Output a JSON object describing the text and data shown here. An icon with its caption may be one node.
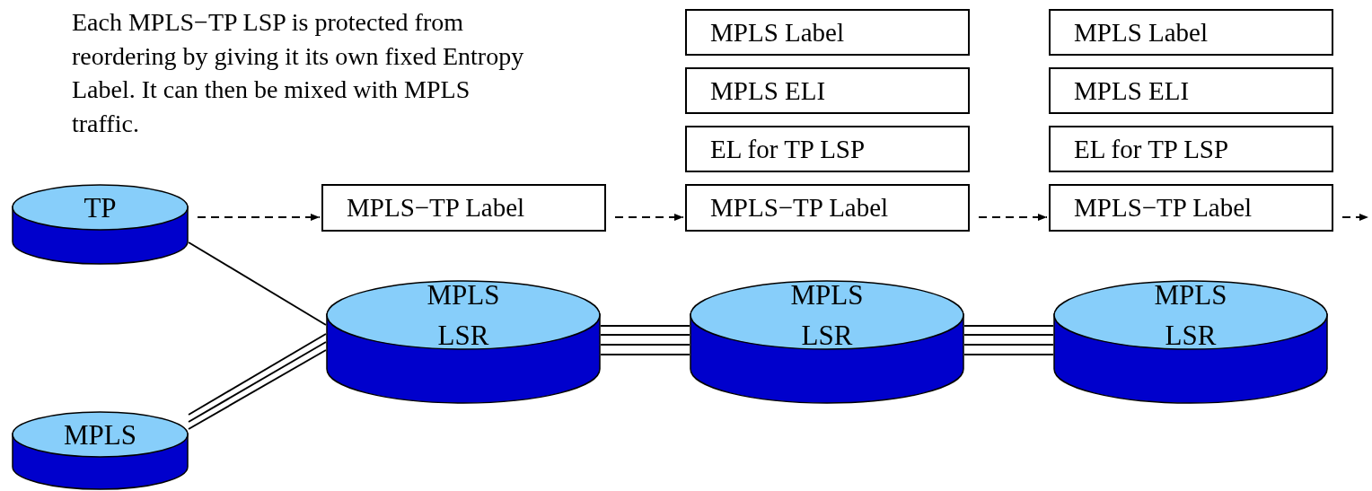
{
  "diagram": {
    "nodes": [
      {
        "text": [
          "TP"
        ]
      },
      {
        "text": [
          "MPLS"
        ]
      },
      {
        "text": [
          "MPLS LSR"
        ]
      },
      {
        "text": [
          "MPLS LSR"
        ]
      },
      {
        "text": [
          "MPLS LSR"
        ]
      },
      {
        "text": [
          "MPLS−TP Label"
        ]
      },
      {
        "text": [
          "MPLS Label"
        ]
      },
      {
        "text": [
          "MPLS ELI"
        ]
      },
      {
        "text": [
          "EL for TP LSP"
        ]
      },
      {
        "text": [
          "MPLS−TP Label"
        ]
      },
      {
        "text": [
          "MPLS Label"
        ]
      },
      {
        "text": [
          "MPLS ELI"
        ]
      },
      {
        "text": [
          "EL for TP LSP"
        ]
      },
      {
        "text": [
          "MPLS−TP Label"
        ]
      }
    ],
    "edges": [
      {
        "from": 0,
        "to": 2,
        "arrow": "none"
      },
      {
        "from": 1,
        "to": 2,
        "arrow": "none"
      },
      {
        "from": 1,
        "to": 2,
        "arrow": "none"
      },
      {
        "from": 1,
        "to": 2,
        "arrow": "none"
      },
      {
        "from": 2,
        "to": 3,
        "arrow": "none"
      },
      {
        "from": 2,
        "to": 3,
        "arrow": "none"
      },
      {
        "from": 2,
        "to": 3,
        "arrow": "none"
      },
      {
        "from": 2,
        "to": 3,
        "arrow": "none"
      },
      {
        "from": 3,
        "to": 4,
        "arrow": "none"
      },
      {
        "from": 3,
        "to": 4,
        "arrow": "none"
      },
      {
        "from": 3,
        "to": 4,
        "arrow": "none"
      },
      {
        "from": 3,
        "to": 4,
        "arrow": "none"
      },
      {
        "from": 0,
        "to": 5,
        "arrow": "to",
        "style": "dashed"
      },
      {
        "from": 5,
        "to": 9,
        "arrow": "to",
        "style": "dashed"
      },
      {
        "from": 9,
        "to": 13,
        "arrow": "to",
        "style": "dashed"
      },
      {
        "from": 13,
        "to": null,
        "arrow": "to",
        "style": "dashed"
      }
    ],
    "labels": [
      "Each MPLS−TP LSP is protected from reordering by giving it its own fixed Entropy Label.  It can then be mixed with MPLS traffic."
    ]
  }
}
